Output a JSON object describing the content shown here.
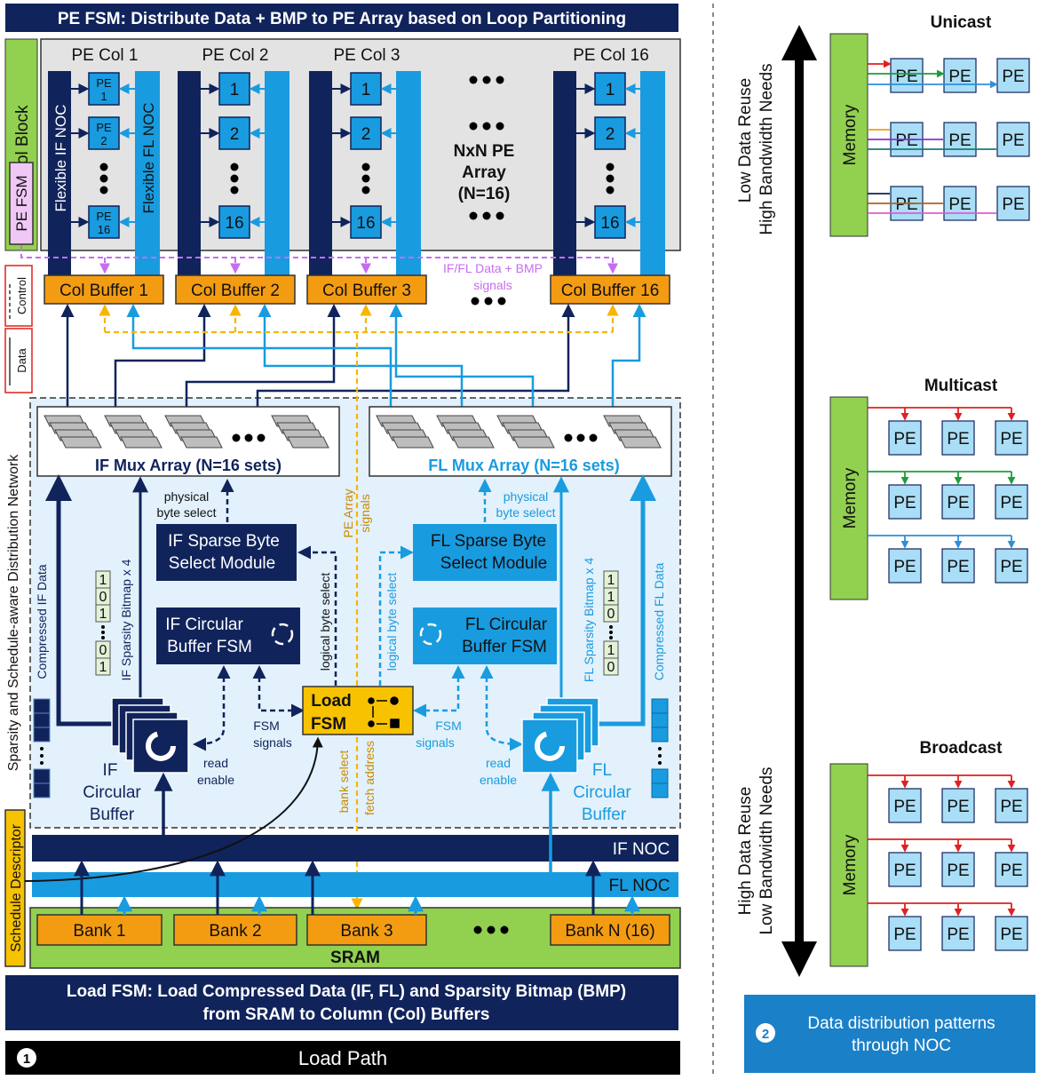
{
  "title_pe_fsm": "PE FSM: Distribute Data + BMP to PE Array based on Loop Partitioning",
  "control_block": "Control Block",
  "pe_fsm": "PE FSM",
  "pe_cols": [
    "PE Col 1",
    "PE Col 2",
    "PE Col 3",
    "PE Col 16"
  ],
  "flexible_if_noc": "Flexible IF NOC",
  "flexible_fl_noc": "Flexible FL NOC",
  "pe_labels_col1": [
    "PE",
    "1",
    "PE",
    "2",
    "PE",
    "16"
  ],
  "pe_numbers": [
    "1",
    "2",
    "16"
  ],
  "array_label": [
    "NxN PE",
    "Array",
    "(N=16)"
  ],
  "col_buffers": [
    "Col Buffer 1",
    "Col Buffer 2",
    "Col Buffer 3",
    "Col Buffer 16"
  ],
  "if_fl_signals": [
    "IF/FL Data + BMP",
    "signals"
  ],
  "legend": {
    "control": "Control",
    "data": "Data"
  },
  "network_label": "Sparsity and Schedule-aware Distribution Network",
  "if_mux_array": "IF Mux Array (N=16 sets)",
  "fl_mux_array": "FL Mux Array (N=16 sets)",
  "physical_byte_select": [
    "physical",
    "byte select"
  ],
  "pe_array_signals": [
    "PE Array",
    "signals"
  ],
  "if_sparse": [
    "IF Sparse Byte",
    "Select Module"
  ],
  "fl_sparse": [
    "FL Sparse Byte",
    "Select Module"
  ],
  "if_circ_fsm": [
    "IF Circular",
    "Buffer FSM"
  ],
  "fl_circ_fsm": [
    "FL Circular",
    "Buffer FSM"
  ],
  "logical_byte_select": "logical byte select",
  "compressed_if": "Compressed IF Data",
  "compressed_fl": "Compressed FL Data",
  "if_bitmap": "IF Sparsity Bitmap x 4",
  "fl_bitmap": "FL Sparsity Bitmap x 4",
  "if_bits": [
    "1",
    "0",
    "1",
    "0",
    "1"
  ],
  "fl_bits": [
    "1",
    "1",
    "0",
    "1",
    "0"
  ],
  "load_fsm": [
    "Load",
    "FSM"
  ],
  "fsm_signals": [
    "FSM",
    "signals"
  ],
  "read_enable": [
    "read",
    "enable"
  ],
  "if_circ_buf": [
    "IF",
    "Circular",
    "Buffer"
  ],
  "fl_circ_buf": [
    "FL",
    "Circular",
    "Buffer"
  ],
  "bank_select": "bank select",
  "fetch_address": "fetch address",
  "schedule_descriptor": "Schedule Descriptor",
  "if_noc": "IF NOC",
  "fl_noc": "FL NOC",
  "banks": [
    "Bank 1",
    "Bank 2",
    "Bank 3",
    "Bank N (16)"
  ],
  "sram": "SRAM",
  "load_fsm_desc": [
    "Load FSM: Load Compressed Data (IF, FL) and Sparsity Bitmap (BMP)",
    "from SRAM to Column (Col) Buffers"
  ],
  "load_path_num": "1",
  "load_path": "Load Path",
  "axis_top": [
    "Low Data Reuse",
    "High Bandwidth Needs"
  ],
  "axis_bottom": [
    "High Data Reuse",
    "Low Bandwidth Needs"
  ],
  "patterns": [
    "Unicast",
    "Multicast",
    "Broadcast"
  ],
  "memory": "Memory",
  "pe": "PE",
  "pattern_num": "2",
  "pattern_caption": [
    "Data distribution patterns",
    "through NOC"
  ],
  "colors": {
    "navy": "#10235b",
    "blue": "#199be0",
    "orange": "#f39c12",
    "green": "#92d050",
    "lightblue": "#a9def6",
    "yellow": "#f7c200",
    "purple": "#c66df0"
  }
}
